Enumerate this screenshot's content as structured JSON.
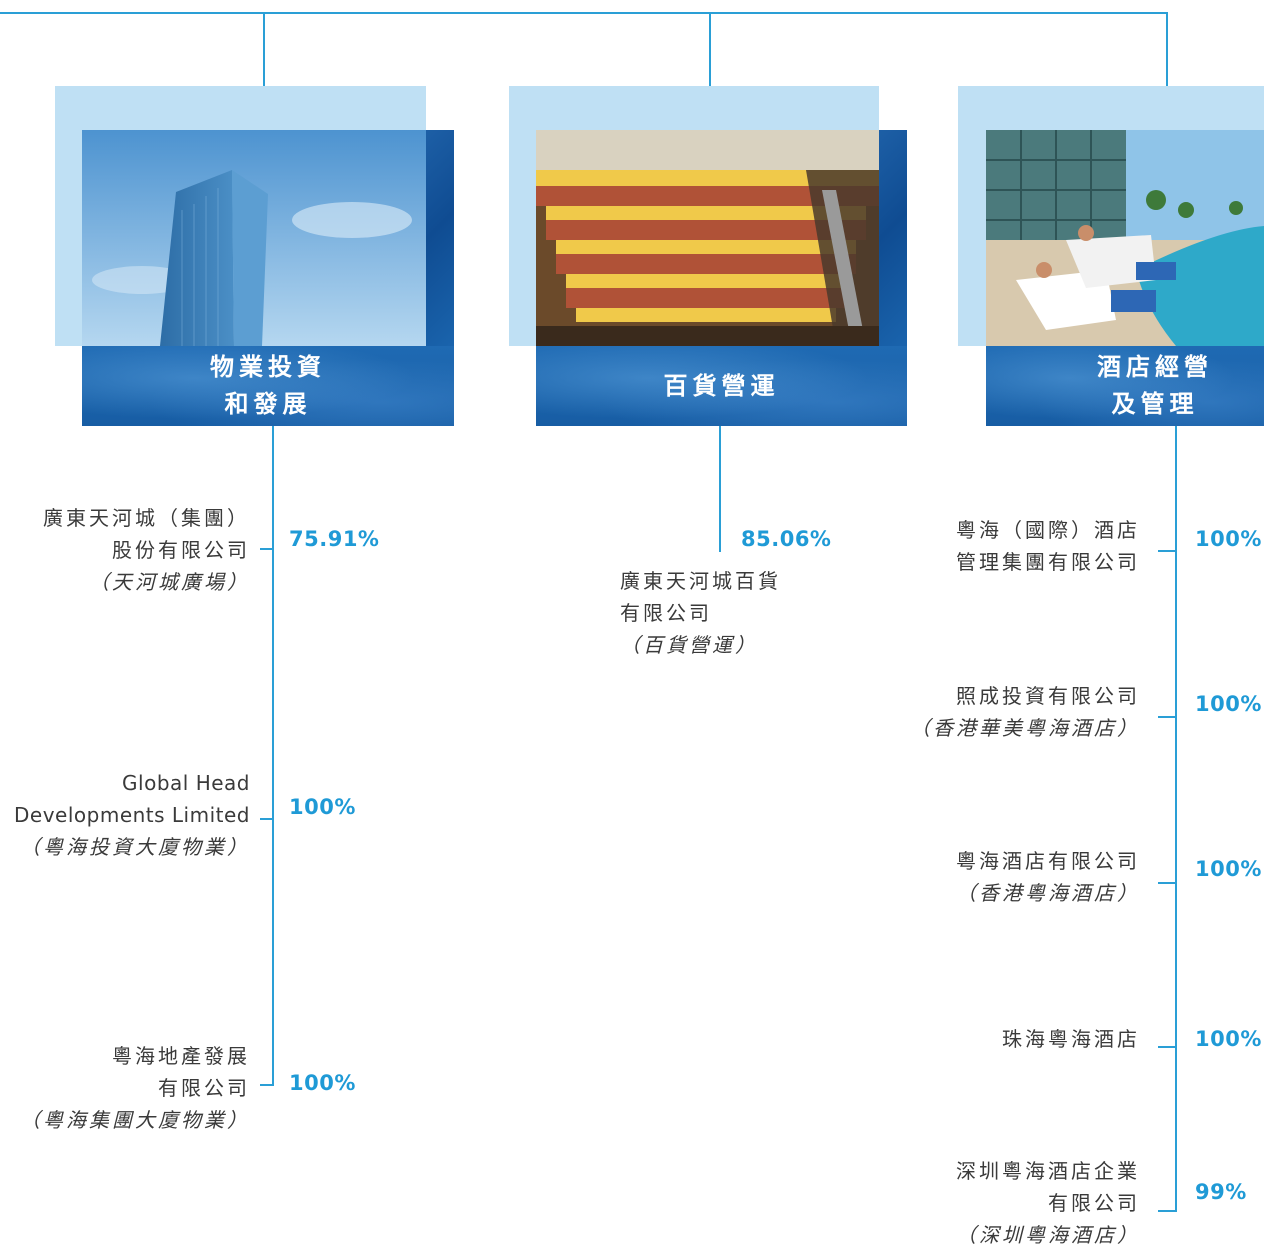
{
  "colors": {
    "line": "#2a9fd6",
    "percent": "#1f9ad6",
    "label_bg": "#175da4",
    "back_square": "#bfe0f4"
  },
  "divisions": [
    {
      "title_lines": [
        "物業投資",
        "和發展"
      ],
      "photo": "office-tower-photo"
    },
    {
      "title_lines": [
        "百貨營運"
      ],
      "photo": "shopping-mall-photo"
    },
    {
      "title_lines": [
        "酒店經營",
        "及管理"
      ],
      "photo": "hotel-pool-photo"
    }
  ],
  "property": [
    {
      "lines": [
        "廣東天河城（集團）",
        "股份有限公司"
      ],
      "note": "（天河城廣場）",
      "percent": "75.91%"
    },
    {
      "lines": [
        "Global Head",
        "Developments Limited"
      ],
      "note": "（粵海投資大廈物業）",
      "percent": "100%"
    },
    {
      "lines": [
        "粵海地產發展",
        "有限公司"
      ],
      "note": "（粵海集團大廈物業）",
      "percent": "100%"
    }
  ],
  "department_store": [
    {
      "lines": [
        "廣東天河城百貨",
        "有限公司"
      ],
      "note": "（百貨營運）",
      "percent": "85.06%"
    }
  ],
  "hotel": [
    {
      "lines": [
        "粵海（國際）酒店",
        "管理集團有限公司"
      ],
      "note": "",
      "percent": "100%"
    },
    {
      "lines": [
        "照成投資有限公司"
      ],
      "note": "（香港華美粵海酒店）",
      "percent": "100%"
    },
    {
      "lines": [
        "粵海酒店有限公司"
      ],
      "note": "（香港粵海酒店）",
      "percent": "100%"
    },
    {
      "lines": [
        "珠海粵海酒店"
      ],
      "note": "",
      "percent": "100%"
    },
    {
      "lines": [
        "深圳粵海酒店企業",
        "有限公司"
      ],
      "note": "（深圳粵海酒店）",
      "percent": "99%"
    }
  ]
}
